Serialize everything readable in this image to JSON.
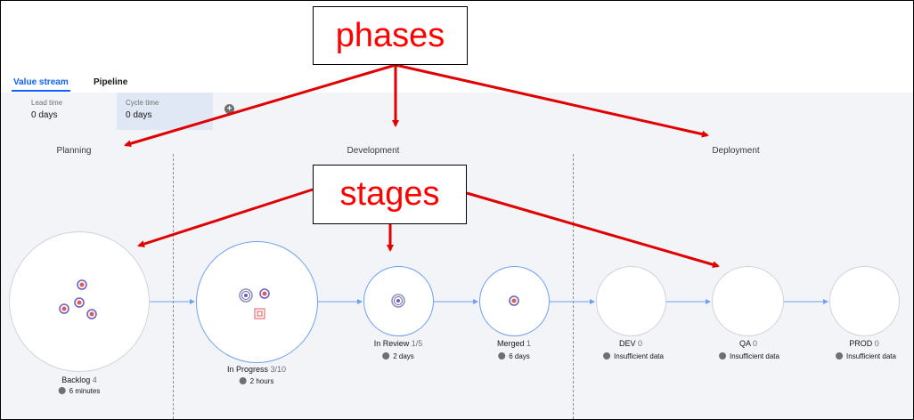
{
  "tabs": [
    {
      "label": "Value stream",
      "active": true
    },
    {
      "label": "Pipeline",
      "active": false
    }
  ],
  "metrics": [
    {
      "label": "Lead time",
      "value": "0 days",
      "selected": false
    },
    {
      "label": "Cycle time",
      "value": "0 days",
      "selected": true
    }
  ],
  "add_metric_icon": "+",
  "phases": [
    "Planning",
    "Development",
    "Deployment"
  ],
  "callouts": {
    "phases": "phases",
    "stages": "stages"
  },
  "stages": [
    {
      "name": "Backlog",
      "count": "4",
      "time": "6 minutes"
    },
    {
      "name": "In Progress",
      "count": "3/10",
      "time": "2 hours"
    },
    {
      "name": "In Review",
      "count": "1/5",
      "time": "2 days"
    },
    {
      "name": "Merged",
      "count": "1",
      "time": "6 days"
    },
    {
      "name": "DEV",
      "count": "0",
      "time": "Insufficient data"
    },
    {
      "name": "QA",
      "count": "0",
      "time": "Insufficient data"
    },
    {
      "name": "PROD",
      "count": "0",
      "time": "Insufficient data"
    }
  ],
  "colors": {
    "accent": "#0f62fe",
    "arrow_red": "#e00000",
    "flow_line": "#6ea0f5",
    "item_outer": "#6a5bc4",
    "item_inner": "#e05a5a"
  }
}
